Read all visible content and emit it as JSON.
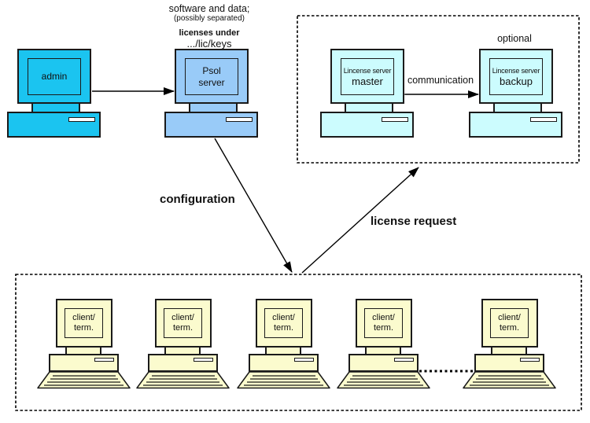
{
  "diagram": {
    "notes": {
      "software_note_line1": "software and data;",
      "software_note_line2": "(possibly separated)",
      "software_note_line3": "licenses under",
      "software_note_line4": ".../lic/keys",
      "optional": "optional"
    },
    "edges": {
      "configuration": "configuration",
      "license_request": "license request",
      "communication": "communication"
    },
    "nodes": {
      "admin": {
        "label": "admin"
      },
      "psol": {
        "line1": "Psol",
        "line2": "server"
      },
      "master": {
        "line1": "Lincense server",
        "line2": "master"
      },
      "backup": {
        "line1": "Lincense server",
        "line2": "backup"
      },
      "clients": [
        {
          "line1": "client/",
          "line2": "term."
        },
        {
          "line1": "client/",
          "line2": "term."
        },
        {
          "line1": "client/",
          "line2": "term."
        },
        {
          "line1": "client/",
          "line2": "term."
        },
        {
          "line1": "client/",
          "line2": "term."
        }
      ]
    },
    "colors": {
      "admin_fill": "#1bc4f0",
      "psol_fill": "#99cbf8",
      "license_fill": "#ccfcfe",
      "client_fill": "#fbfbce",
      "outline": "#1a1a1a",
      "background": "#ffffff"
    }
  }
}
